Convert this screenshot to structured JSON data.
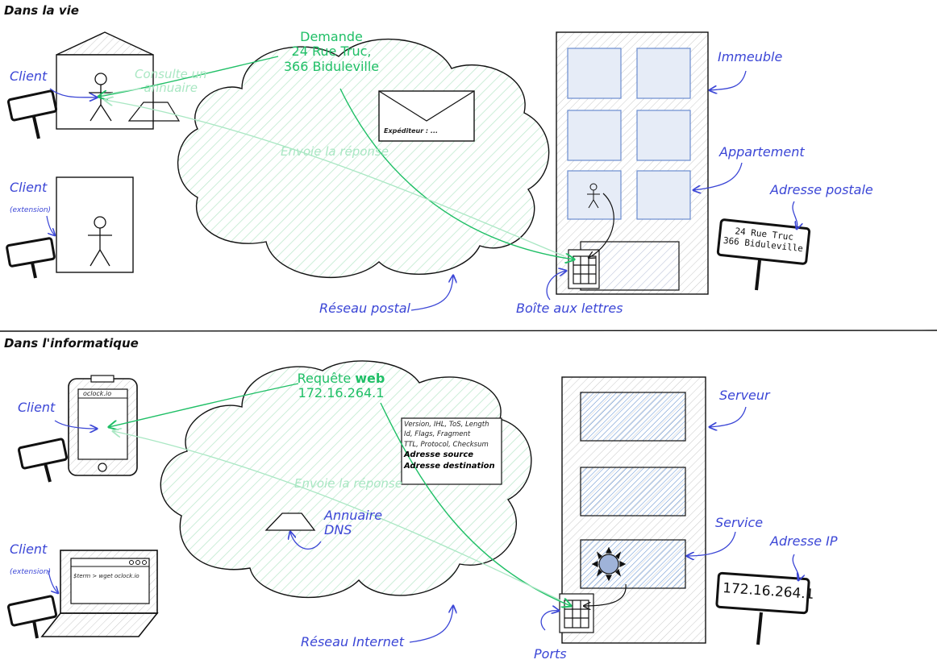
{
  "sections": {
    "life_title": "Dans la vie",
    "it_title": "Dans l'informatique"
  },
  "life": {
    "client1": "Client",
    "client2": "Client",
    "client2_note": "(extension)",
    "consult": [
      "Consulte un",
      "annuaire"
    ],
    "request": [
      "Demande",
      "24 Rue Truc,",
      "366 Biduleville"
    ],
    "envelope_sender": "Expéditeur : ...",
    "reply": "Envoie la réponse",
    "building": "Immeuble",
    "apartment": "Appartement",
    "postal_address_label": "Adresse postale",
    "sign_address": [
      "24 Rue Truc",
      "366 Biduleville"
    ],
    "network": "Réseau postal",
    "mailbox": "Boîte aux lettres"
  },
  "it": {
    "client1": "Client",
    "phone_url": "oclock.io",
    "client2": "Client",
    "client2_note": "(extension)",
    "terminal_cmd": "$term > wget oclock.io",
    "request_prefix": "Requête ",
    "request_bold": "web",
    "request_ip": "172.16.264.1",
    "packet_lines": [
      "Version, IHL, ToS, Length",
      "Id, Flags, Fragment",
      "TTL, Protocol, Checksum"
    ],
    "packet_bold": [
      "Adresse source",
      "Adresse destination"
    ],
    "reply": "Envoie la réponse",
    "dns": [
      "Annuaire",
      "DNS"
    ],
    "server": "Serveur",
    "service": "Service",
    "ip_label": "Adresse IP",
    "sign_ip": "172.16.264.1",
    "network": "Réseau Internet",
    "ports": "Ports"
  },
  "colors": {
    "blue_annotation": "#3b46d6",
    "green_flow": "#1fbf66",
    "green_hatch": "#bfe9cf",
    "blue_window": "#5b8fd6"
  }
}
